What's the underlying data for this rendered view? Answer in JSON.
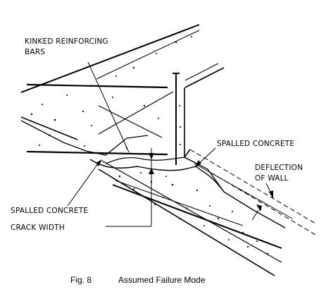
{
  "labels": {
    "kinked_1": "KINKED REINFORCING",
    "kinked_2": "BARS",
    "spalled_right": "SPALLED CONCRETE",
    "deflection_1": "DEFLECTION",
    "deflection_2": "OF WALL",
    "spalled_left": "SPALLED CONCRETE",
    "crack_width": "CRACK WIDTH"
  },
  "caption": {
    "fig": "Fig. 8",
    "title": "Assumed Failure Mode"
  }
}
